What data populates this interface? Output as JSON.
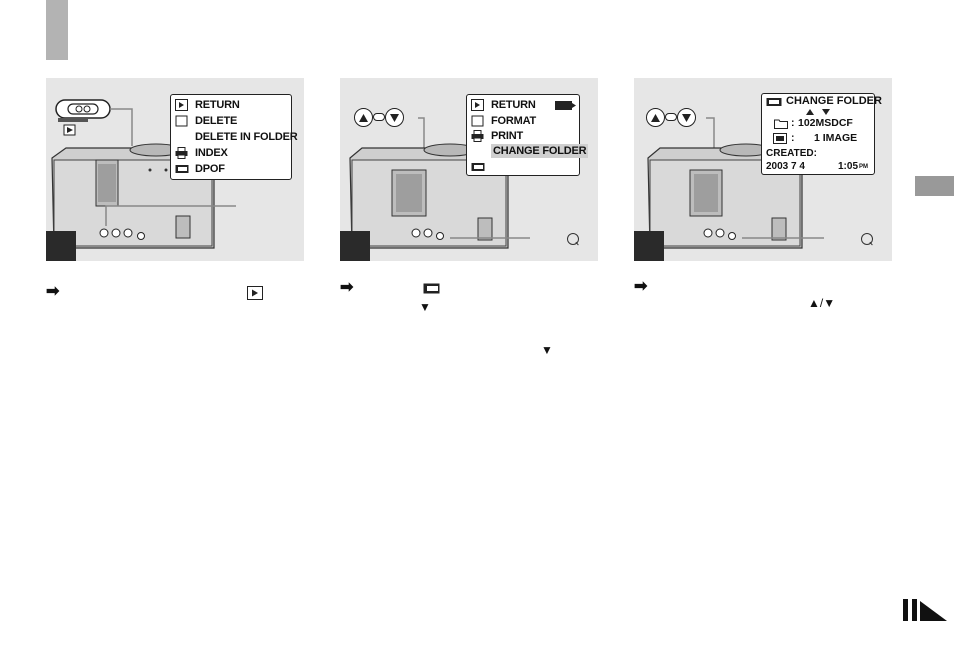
{
  "panel1": {
    "menu": [
      {
        "icon": "play-icon",
        "label": "RETURN"
      },
      {
        "icon": "square-icon",
        "label": "DELETE"
      },
      {
        "icon": "",
        "label": "DELETE IN FOLDER"
      },
      {
        "icon": "printer-icon",
        "label": "INDEX"
      },
      {
        "icon": "card-icon",
        "label": "DPOF"
      }
    ]
  },
  "panel2": {
    "menu": [
      {
        "icon": "play-icon",
        "label": "RETURN"
      },
      {
        "icon": "square-icon",
        "label": "FORMAT"
      },
      {
        "icon": "printer-icon",
        "label": "PRINT"
      },
      {
        "icon": "",
        "label": "CHANGE FOLDER"
      },
      {
        "icon": "card-icon",
        "label": ""
      }
    ],
    "highlighted": "CHANGE FOLDER"
  },
  "panel3": {
    "title": "CHANGE FOLDER",
    "folder_sep": ":",
    "folder_name": "102MSDCF",
    "count_sep": ":",
    "image_count": "1 IMAGE",
    "created_label": "CREATED:",
    "date": "2003  7  4",
    "time": "1:05",
    "time_suffix": "PM"
  },
  "glyphs": {
    "arrow": "➡",
    "down": "▼",
    "up_down": "▲/▼"
  }
}
